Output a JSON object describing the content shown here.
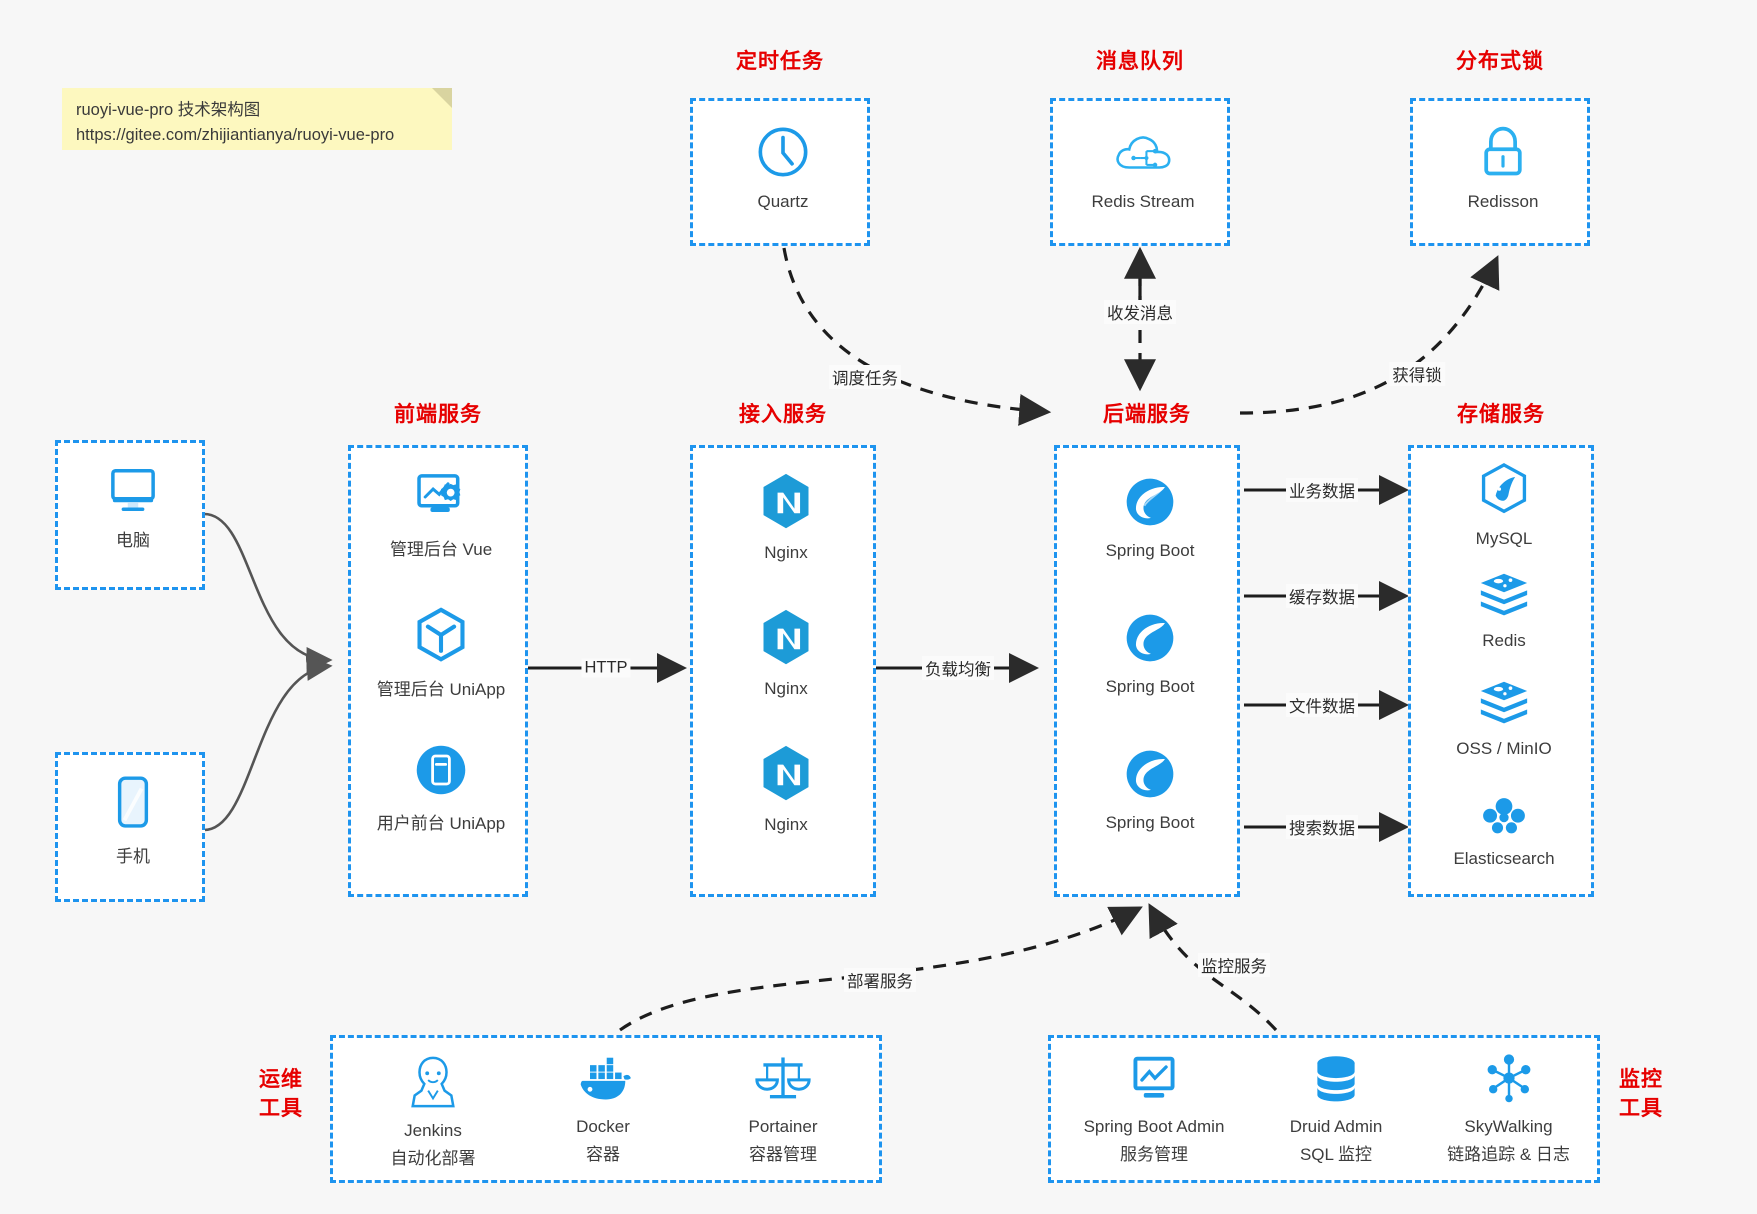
{
  "note": {
    "line1": "ruoyi-vue-pro 技术架构图",
    "line2": "https://gitee.com/zhijiantianya/ruoyi-vue-pro"
  },
  "groups": {
    "scheduler": {
      "title": "定时任务",
      "nodes": [
        {
          "label": "Quartz",
          "icon": "clock-icon"
        }
      ]
    },
    "mq": {
      "title": "消息队列",
      "nodes": [
        {
          "label": "Redis Stream",
          "icon": "cloud-stream-icon"
        }
      ]
    },
    "lock": {
      "title": "分布式锁",
      "nodes": [
        {
          "label": "Redisson",
          "icon": "lock-icon"
        }
      ]
    },
    "clients": {
      "pc": {
        "label": "电脑",
        "icon": "desktop-icon"
      },
      "mobile": {
        "label": "手机",
        "icon": "phone-icon"
      }
    },
    "frontend": {
      "title": "前端服务",
      "nodes": [
        {
          "label": "管理后台 Vue",
          "icon": "dashboard-icon"
        },
        {
          "label": "管理后台 UniApp",
          "icon": "cube-icon"
        },
        {
          "label": "用户前台 UniApp",
          "icon": "app-icon"
        }
      ]
    },
    "gateway": {
      "title": "接入服务",
      "nodes": [
        {
          "label": "Nginx",
          "icon": "nginx-icon"
        },
        {
          "label": "Nginx",
          "icon": "nginx-icon"
        },
        {
          "label": "Nginx",
          "icon": "nginx-icon"
        }
      ]
    },
    "backend": {
      "title": "后端服务",
      "nodes": [
        {
          "label": "Spring Boot",
          "icon": "spring-icon"
        },
        {
          "label": "Spring Boot",
          "icon": "spring-icon"
        },
        {
          "label": "Spring Boot",
          "icon": "spring-icon"
        }
      ]
    },
    "storage": {
      "title": "存储服务",
      "nodes": [
        {
          "label": "MySQL",
          "icon": "mysql-icon"
        },
        {
          "label": "Redis",
          "icon": "redis-icon"
        },
        {
          "label": "OSS / MinIO",
          "icon": "oss-icon"
        },
        {
          "label": "Elasticsearch",
          "icon": "elasticsearch-icon"
        }
      ]
    },
    "devops": {
      "title": "运维\n工具",
      "title_l1": "运维",
      "title_l2": "工具",
      "nodes": [
        {
          "label": "Jenkins",
          "sublabel": "自动化部署",
          "icon": "jenkins-icon"
        },
        {
          "label": "Docker",
          "sublabel": "容器",
          "icon": "docker-icon"
        },
        {
          "label": "Portainer",
          "sublabel": "容器管理",
          "icon": "scales-icon"
        }
      ]
    },
    "monitoring": {
      "title_l1": "监控",
      "title_l2": "工具",
      "nodes": [
        {
          "label": "Spring Boot Admin",
          "sublabel": "服务管理",
          "icon": "monitor-chart-icon"
        },
        {
          "label": "Druid Admin",
          "sublabel": "SQL 监控",
          "icon": "database-icon"
        },
        {
          "label": "SkyWalking",
          "sublabel": "链路追踪 & 日志",
          "icon": "skywalking-icon"
        }
      ]
    }
  },
  "edges": [
    {
      "id": "schedule-task",
      "label": "调度任务"
    },
    {
      "id": "send-receive-message",
      "label": "收发消息"
    },
    {
      "id": "acquire-lock",
      "label": "获得锁"
    },
    {
      "id": "http",
      "label": "HTTP"
    },
    {
      "id": "load-balance",
      "label": "负载均衡"
    },
    {
      "id": "business-data",
      "label": "业务数据"
    },
    {
      "id": "cache-data",
      "label": "缓存数据"
    },
    {
      "id": "file-data",
      "label": "文件数据"
    },
    {
      "id": "search-data",
      "label": "搜索数据"
    },
    {
      "id": "deploy-service",
      "label": "部署服务"
    },
    {
      "id": "monitor-service",
      "label": "监控服务"
    }
  ],
  "colors": {
    "accent_blue": "#1e94ef",
    "icon_blue": "#1c9ae8",
    "title_red": "#e60000",
    "note_yellow": "#fdf8bf",
    "background": "#f7f7f7"
  }
}
